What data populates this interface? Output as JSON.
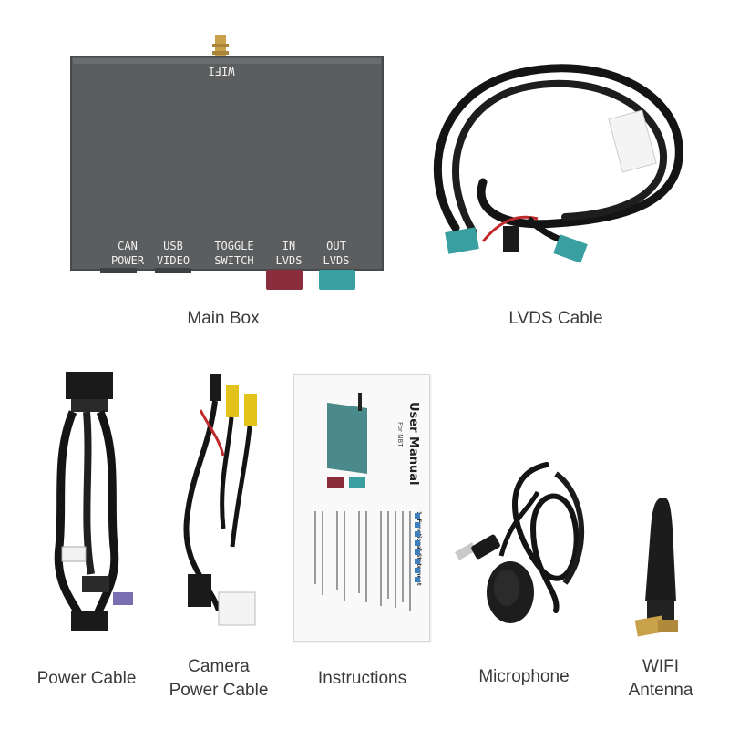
{
  "main_box": {
    "caption": "Main Box",
    "antenna_label": "WIFI",
    "ports": [
      {
        "line1": "CAN",
        "line2": "POWER"
      },
      {
        "line1": "USB",
        "line2": "VIDEO"
      },
      {
        "line1": "TOGGLE",
        "line2": "SWITCH"
      },
      {
        "line1": "IN",
        "line2": "LVDS"
      },
      {
        "line1": "OUT",
        "line2": "LVDS"
      }
    ]
  },
  "lvds_cable": {
    "caption": "LVDS Cable"
  },
  "power_cable": {
    "caption": "Power Cable"
  },
  "camera_cable": {
    "caption_line1": "Camera",
    "caption_line2": "Power Cable"
  },
  "instructions": {
    "caption": "Instructions",
    "manual_title": "User Manual",
    "manual_subtitle": "For NBT",
    "section_heading": "1. Functional Statement"
  },
  "microphone": {
    "caption": "Microphone"
  },
  "wifi_antenna": {
    "caption_line1": "WIFI",
    "caption_line2": "Antenna"
  },
  "colors": {
    "box_body": "#5b5d5f",
    "lvds_in": "#8a2e3e",
    "lvds_out": "#3a9fa0",
    "cable": "#141414",
    "rca_yellow": "#e3c21a",
    "brass": "#c9a14a"
  }
}
